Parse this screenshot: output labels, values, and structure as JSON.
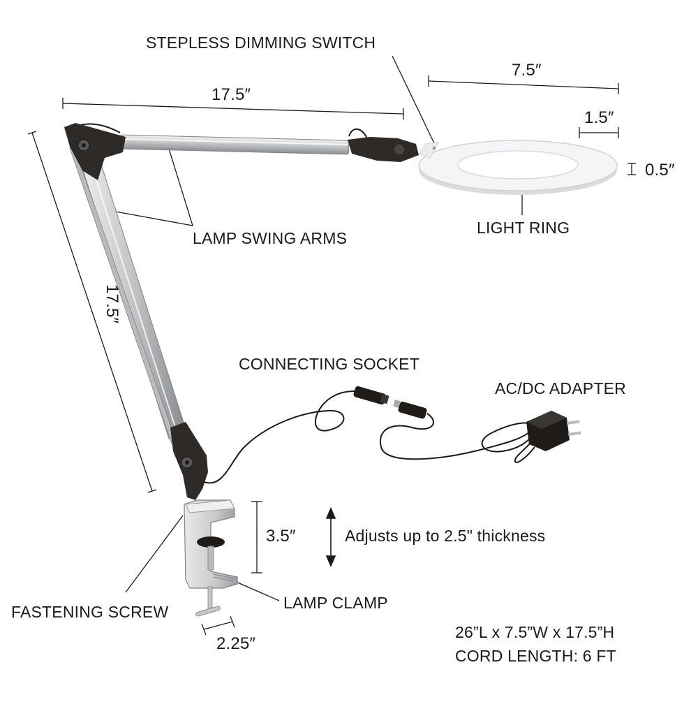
{
  "labels": {
    "stepless_dimming_switch": "STEPLESS DIMMING SWITCH",
    "lamp_swing_arms": "LAMP SWING ARMS",
    "light_ring": "LIGHT RING",
    "connecting_socket": "CONNECTING SOCKET",
    "ac_dc_adapter": "AC/DC ADAPTER",
    "fastening_screw": "FASTENING SCREW",
    "lamp_clamp": "LAMP CLAMP",
    "adjusts": "Adjusts up to 2.5\" thickness"
  },
  "dimensions": {
    "arm_top": "17.5″",
    "arm_side": "17.5″",
    "ring_width": "7.5″",
    "ring_band": "1.5″",
    "ring_thickness": "0.5″",
    "clamp_height": "3.5″",
    "clamp_base": "2.25″"
  },
  "specs": {
    "size": "26”L x 7.5”W x 17.5”H",
    "cord": "CORD LENGTH: 6 FT"
  },
  "colors": {
    "silver": "#c9cbcd",
    "dark": "#2e2a27",
    "ring": "#f4f5f6",
    "line": "#1a1a1a"
  }
}
